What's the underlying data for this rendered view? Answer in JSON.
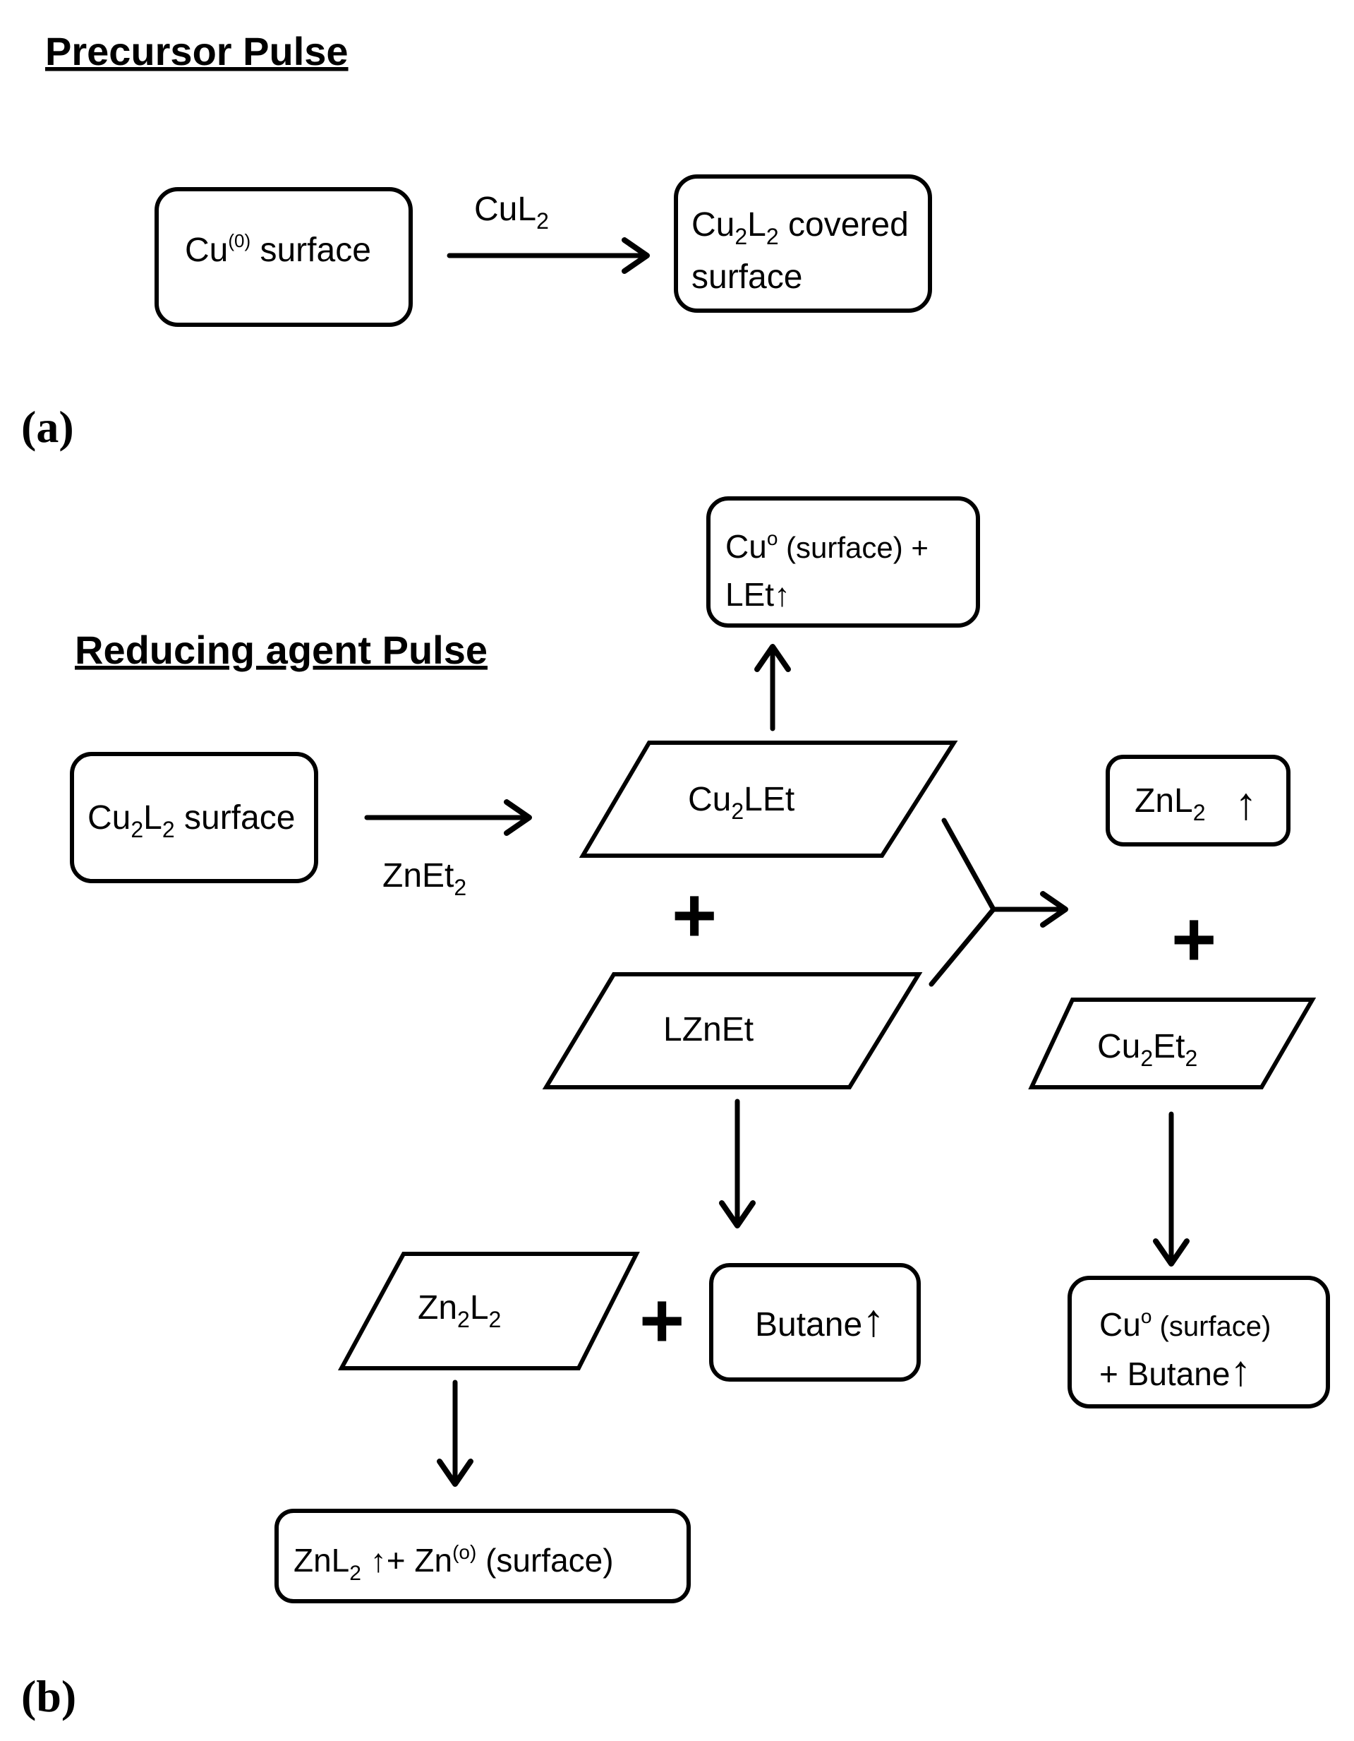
{
  "headings": {
    "precursor": "Precursor  Pulse",
    "reducing": "Reducing agent Pulse"
  },
  "panel_labels": {
    "a": "(a)",
    "b": "(b)"
  },
  "arrow_labels": {
    "cul2": {
      "base": "CuL",
      "sub": "2"
    },
    "znet2": {
      "base": "ZnEt",
      "sub": "2"
    }
  },
  "nodes": {
    "cu0_surface": {
      "t1": "Cu",
      "sup": "(0)",
      "t2": " surface"
    },
    "cu2l2_covered": {
      "a": "Cu",
      "s1": "2",
      "b": "L",
      "s2": "2",
      "c": " covered",
      "line2": "surface"
    },
    "cu2l2_surface": {
      "a": "Cu",
      "s1": "2",
      "b": "L",
      "s2": "2",
      "c": " surface"
    },
    "cu0_let": {
      "a": "Cu",
      "sup": "o",
      "b": " (surface)  +",
      "line2": "LEt"
    },
    "cu2let": {
      "a": "Cu",
      "s1": "2",
      "b": "LEt"
    },
    "lznet": {
      "text": "LZnEt"
    },
    "znl2_up": {
      "a": "ZnL",
      "s1": "2"
    },
    "cu2et2": {
      "a": "Cu",
      "s1": "2",
      "b": "Et",
      "s2": "2"
    },
    "zn2l2": {
      "a": "Zn",
      "s1": "2",
      "b": "L",
      "s2": "2"
    },
    "butane": {
      "text": "Butane"
    },
    "cu0_butane": {
      "a": "Cu",
      "sup": "o",
      "b": " (surface)",
      "line2": "+ Butane"
    },
    "znl2_zn0": {
      "a": "ZnL",
      "s1": "2",
      "b": " ",
      "c": "+ Zn",
      "sup": "(o)",
      "d": " (surface)"
    }
  },
  "up_arrow_glyph": "↑",
  "plus_sign": "+"
}
